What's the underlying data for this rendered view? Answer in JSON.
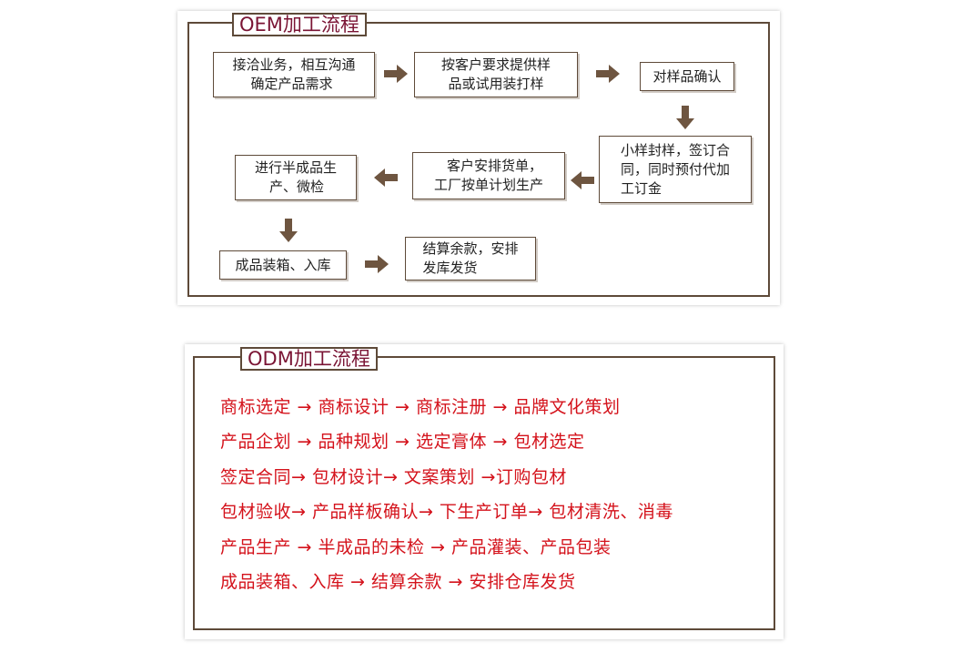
{
  "oem": {
    "title": "OEM加工流程",
    "steps": [
      {
        "line1": "接洽业务，相互沟通",
        "line2": "确定产品需求"
      },
      {
        "line1": "按客户要求提供样",
        "line2": "品或试用装打样"
      },
      {
        "line1": "对样品确认"
      },
      {
        "line1": "小样封样，签订合",
        "line2": "同，同时预付代加",
        "line3": "工订金"
      },
      {
        "line1": "客户安排货单，",
        "line2": "工厂按单计划生产"
      },
      {
        "line1": "进行半成品生",
        "line2": "产、微检"
      },
      {
        "line1": "成品装箱、入库"
      },
      {
        "line1": "结算余款，安排",
        "line2": "发库发货"
      }
    ]
  },
  "odm": {
    "title": "ODM加工流程",
    "lines": [
      "商标选定 → 商标设计 → 商标注册 → 品牌文化策划",
      "产品企划 → 品种规划 → 选定膏体 → 包材选定",
      "签定合同→ 包材设计→ 文案策划 →订购包材",
      "包材验收→ 产品样板确认→ 下生产订单→ 包材清洗、消毒",
      "产品生产 → 半成品的未检 → 产品灌装、产品包装",
      "成品装箱、入库 → 结算余款 → 安排仓库发货"
    ]
  },
  "colors": {
    "frame": "#5e4a39",
    "arrow": "#6e5540",
    "oem_title": "#7a1434",
    "odm_text": "#d4121b"
  }
}
